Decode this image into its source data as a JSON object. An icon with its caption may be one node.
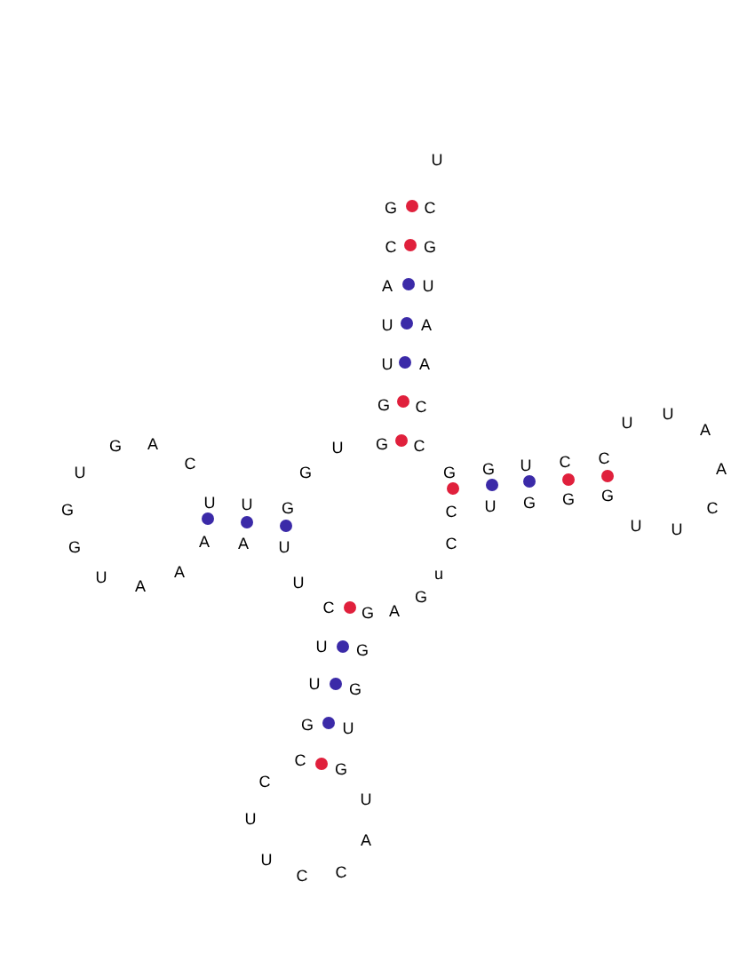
{
  "diagram": {
    "labels": [
      "U",
      "G",
      "C",
      "C",
      "G",
      "A",
      "U",
      "U",
      "A",
      "U",
      "A",
      "G",
      "C",
      "U",
      "U",
      "A",
      "G",
      "A",
      "U",
      "G",
      "C",
      "U",
      "C",
      "G",
      "G",
      "G",
      "U",
      "C",
      "C",
      "A",
      "G",
      "U",
      "U",
      "G",
      "C",
      "U",
      "G",
      "G",
      "G",
      "C",
      "G",
      "A",
      "A",
      "U",
      "C",
      "U",
      "U",
      "U",
      "A",
      "A",
      "U",
      "u",
      "G",
      "C",
      "G",
      "A",
      "U",
      "G",
      "U",
      "G",
      "G",
      "U",
      "C",
      "G",
      "C",
      "U",
      "U",
      "A",
      "U",
      "C",
      "C"
    ]
  }
}
